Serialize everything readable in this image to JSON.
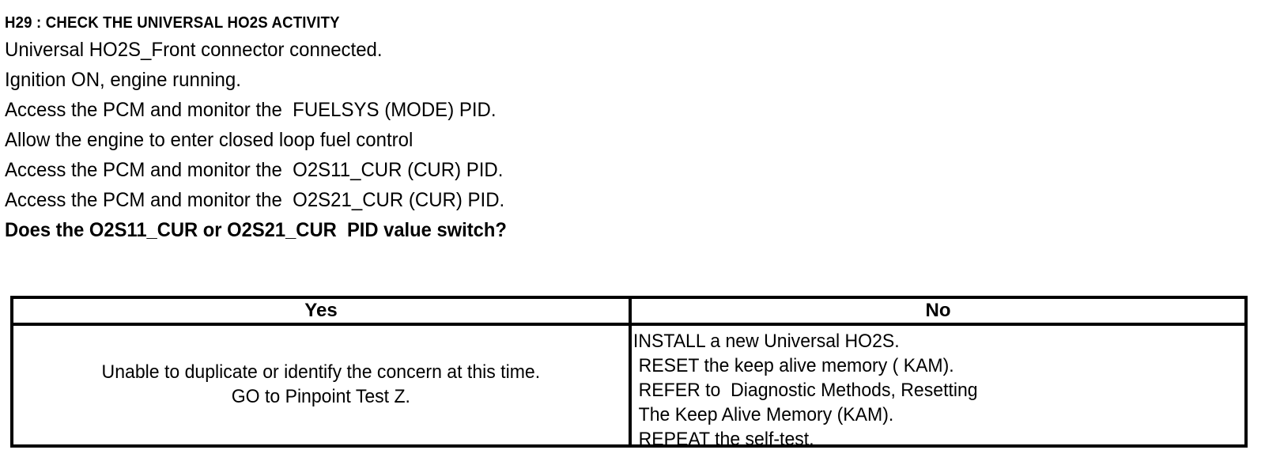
{
  "document": {
    "heading": "H29 : CHECK THE UNIVERSAL HO2S ACTIVITY",
    "steps": [
      {
        "text": "Universal HO2S_Front connector connected.",
        "bold": false
      },
      {
        "text": "Ignition ON, engine running.",
        "bold": false
      },
      {
        "text": "Access the PCM and monitor the  FUELSYS (MODE) PID.",
        "bold": false
      },
      {
        "text": "Allow the engine to enter closed loop fuel control",
        "bold": false
      },
      {
        "text": "Access the PCM and monitor the  O2S11_CUR (CUR) PID.",
        "bold": false
      },
      {
        "text": "Access the PCM and monitor the  O2S21_CUR (CUR) PID.",
        "bold": false
      },
      {
        "text": "Does the O2S11_CUR or O2S21_CUR  PID value switch?",
        "bold": true
      }
    ]
  },
  "decision_table": {
    "headers": {
      "yes": "Yes",
      "no": "No"
    },
    "yes_cell": {
      "lines": [
        "Unable to duplicate or identify the concern at this time.",
        "GO to Pinpoint Test Z."
      ]
    },
    "no_cell": {
      "lines": [
        "INSTALL a new Universal HO2S.",
        "RESET the keep alive memory ( KAM).",
        "REFER to  Diagnostic Methods, Resetting",
        "The Keep Alive Memory (KAM).",
        "REPEAT the self-test."
      ]
    }
  },
  "colors": {
    "ink": "#000000",
    "paper": "#ffffff"
  }
}
